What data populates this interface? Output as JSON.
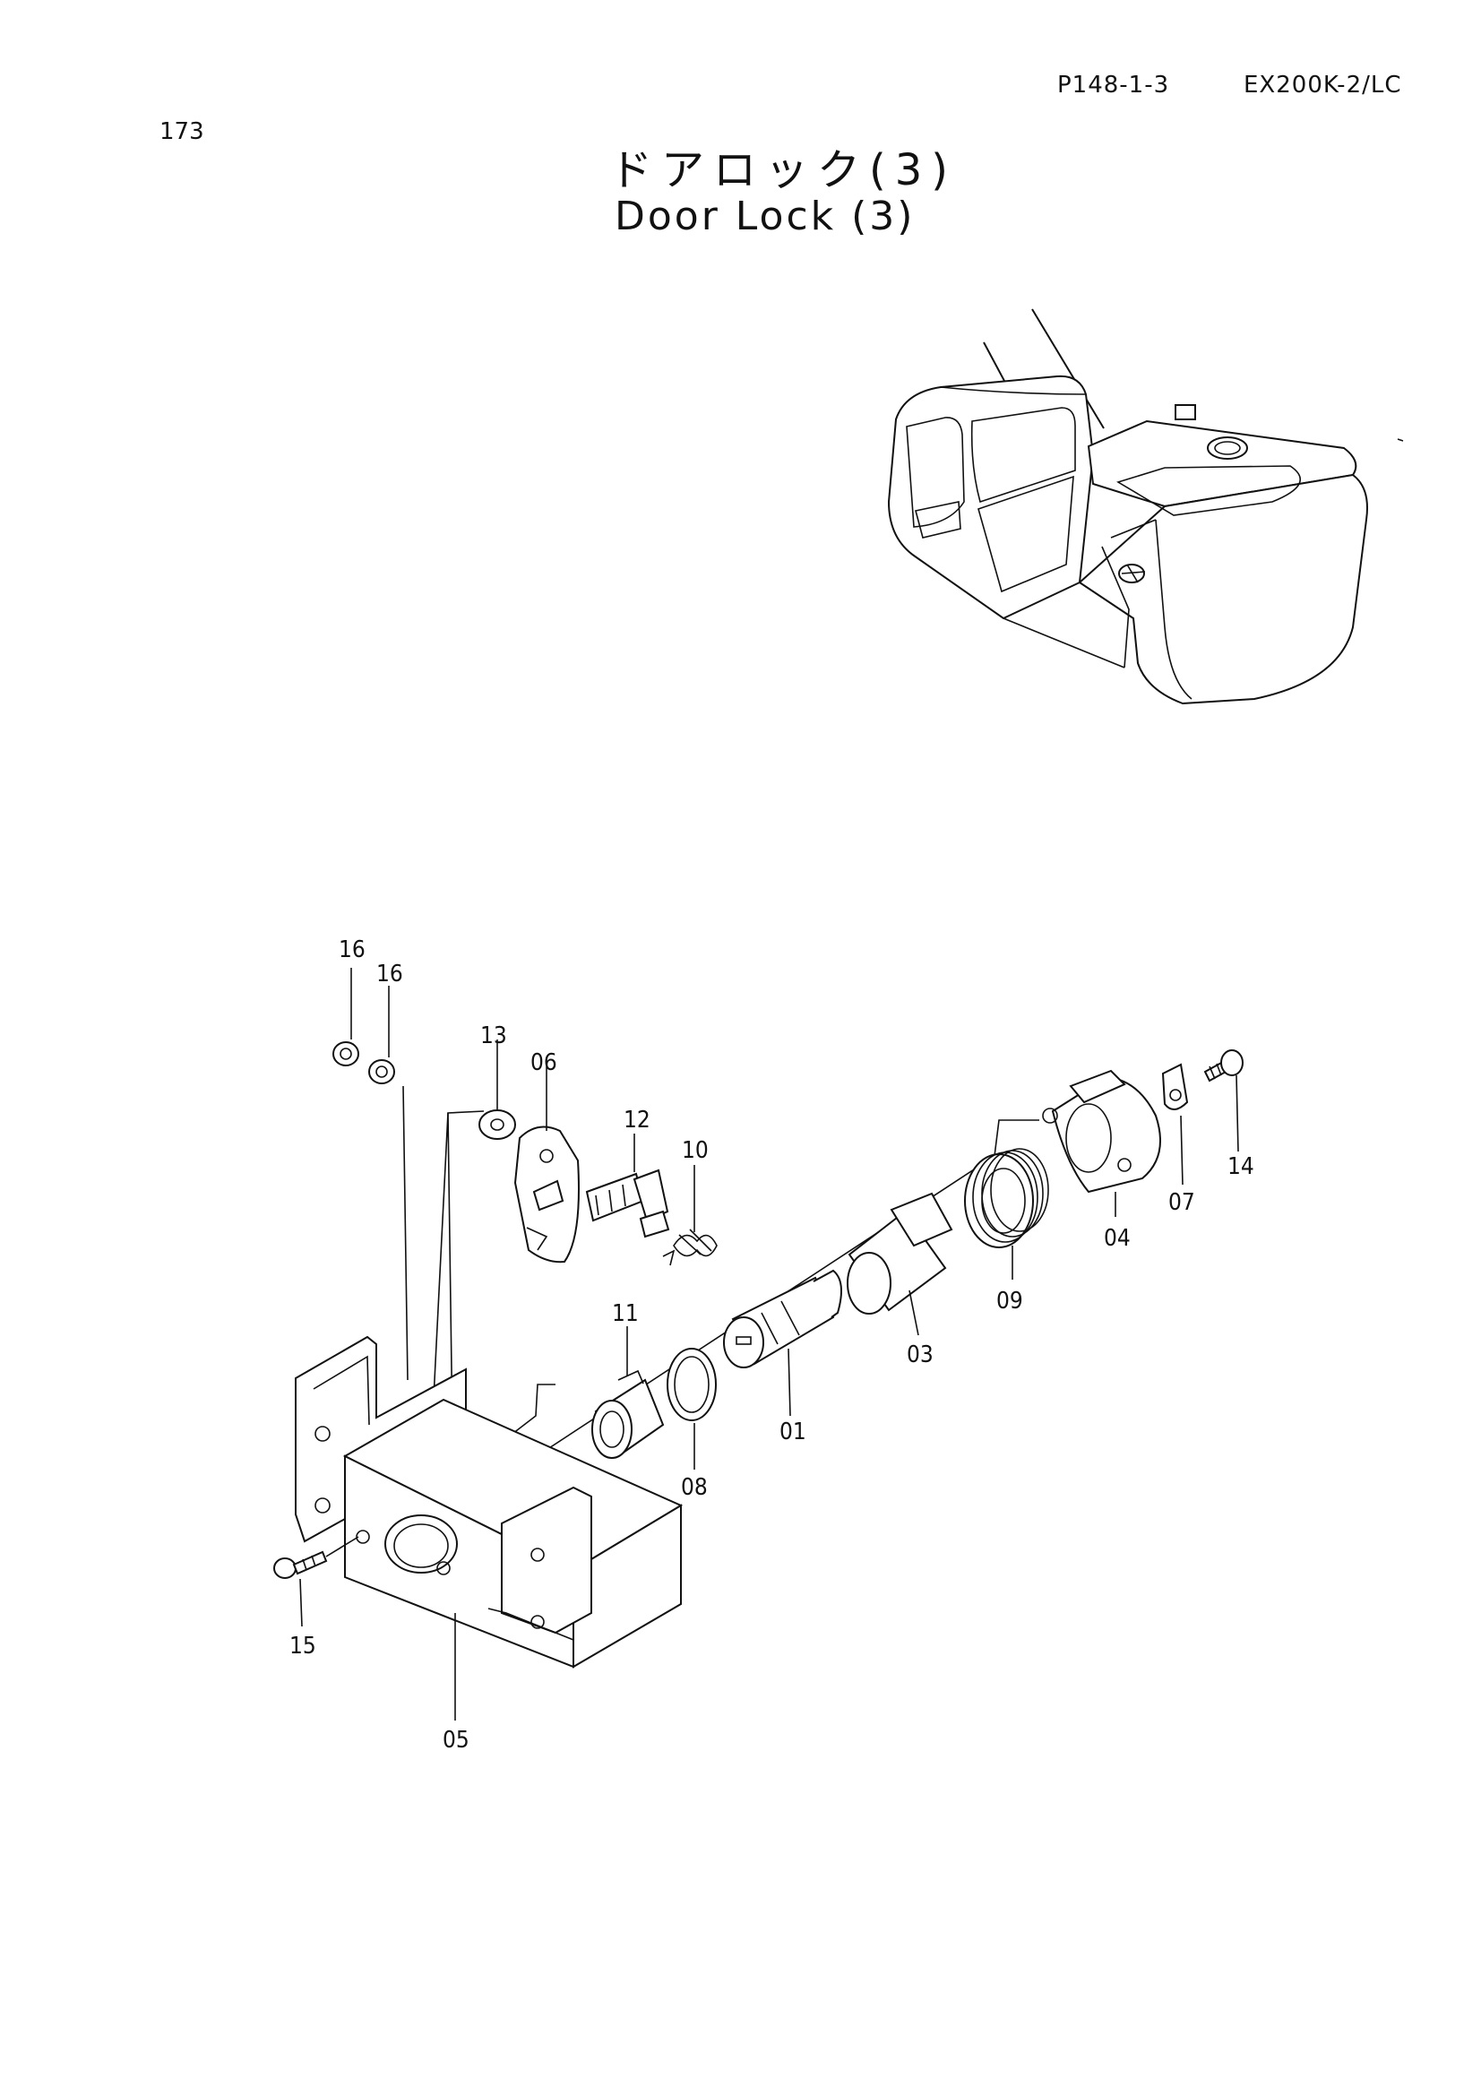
{
  "header": {
    "page_ref": "P148-1-3",
    "model": "EX200K-2/LC",
    "page_number": "173"
  },
  "title": {
    "japanese": "ドアロック(3)",
    "english": "Door Lock (3)"
  },
  "part_labels": {
    "p01": "01",
    "p03": "03",
    "p04": "04",
    "p05": "05",
    "p06": "06",
    "p07": "07",
    "p08": "08",
    "p09": "09",
    "p10": "10",
    "p11": "11",
    "p12": "12",
    "p13": "13",
    "p14": "14",
    "p15": "15",
    "p16a": "16",
    "p16b": "16"
  }
}
